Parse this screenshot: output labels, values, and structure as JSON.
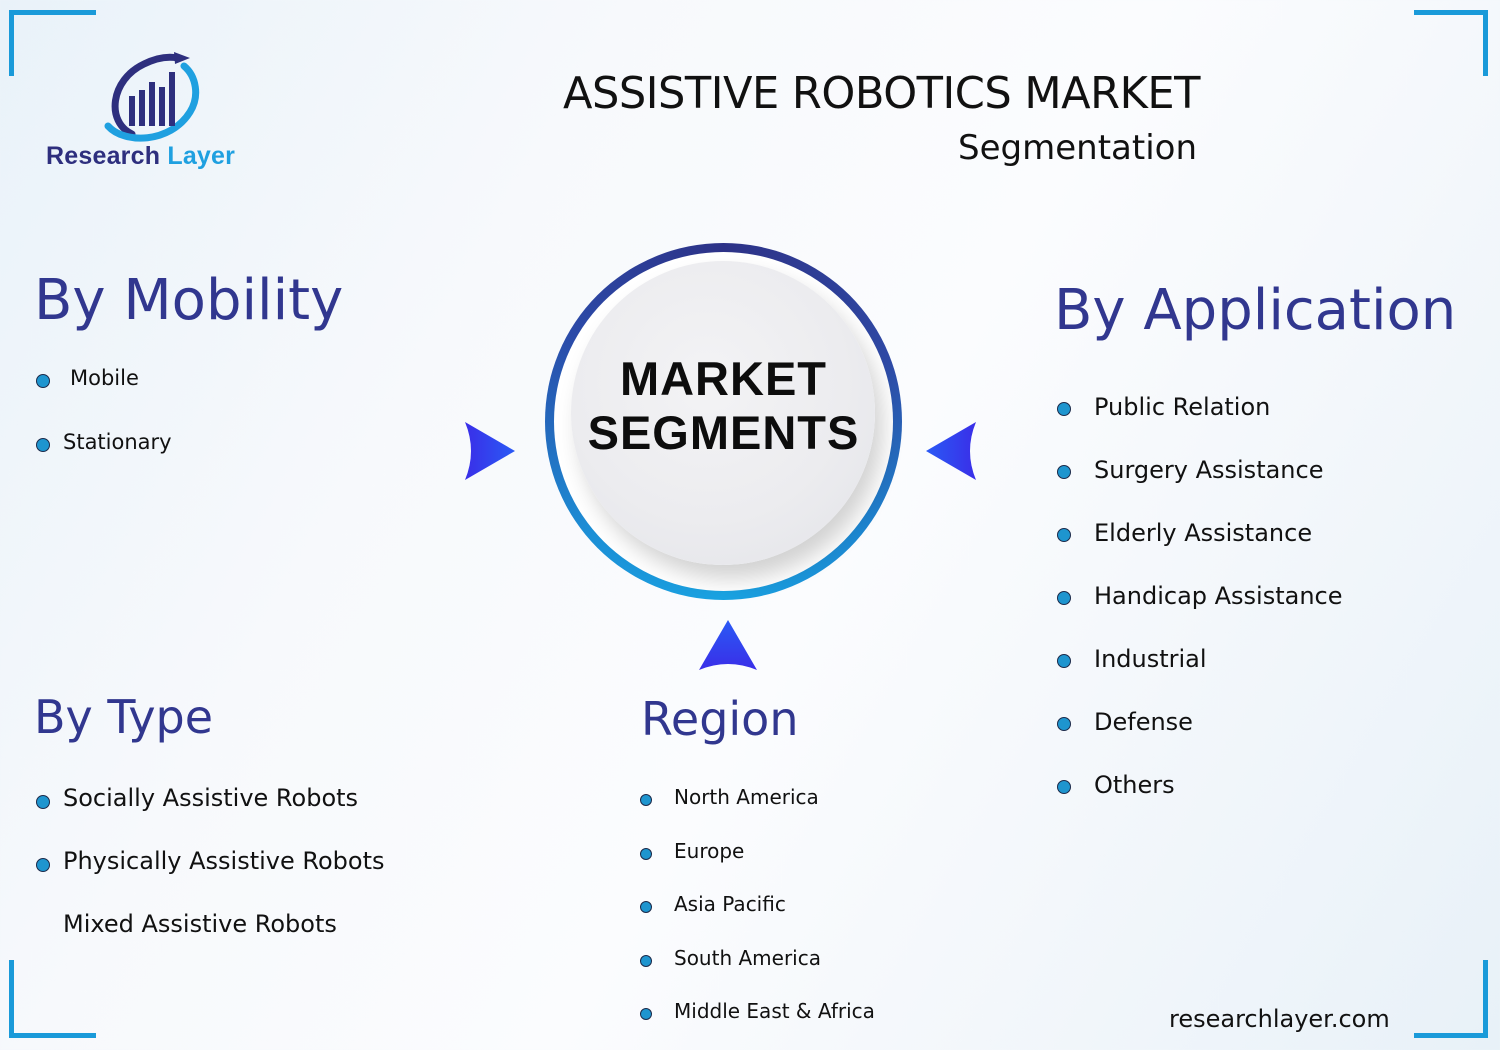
{
  "brand": {
    "logo_word1": "Research",
    "logo_word2": "Layer",
    "colors": {
      "navy": "#2e2f7e",
      "sky": "#1fa0e0",
      "heading": "#31378f",
      "bullet": "#1e95cf",
      "corner": "#1a9ad9",
      "arrow": "#3b34f0"
    }
  },
  "header": {
    "title": "ASSISTIVE ROBOTICS MARKET",
    "subtitle": "Segmentation"
  },
  "center": {
    "line1": "MARKET",
    "line2": "SEGMENTS"
  },
  "segments": {
    "mobility": {
      "heading": "By Mobility",
      "items": [
        {
          "label": "Mobile",
          "bullet": true
        },
        {
          "label": "Stationary",
          "bullet": true
        }
      ]
    },
    "application": {
      "heading": "By Application",
      "items": [
        {
          "label": "Public Relation",
          "bullet": true
        },
        {
          "label": "Surgery Assistance",
          "bullet": true
        },
        {
          "label": "Elderly Assistance",
          "bullet": true
        },
        {
          "label": "Handicap Assistance",
          "bullet": true
        },
        {
          "label": "Industrial",
          "bullet": true
        },
        {
          "label": "Defense",
          "bullet": true
        },
        {
          "label": "Others",
          "bullet": true
        }
      ]
    },
    "type": {
      "heading": "By Type",
      "items": [
        {
          "label": "Socially Assistive Robots",
          "bullet": true
        },
        {
          "label": "Physically Assistive Robots",
          "bullet": true
        },
        {
          "label": "Mixed Assistive Robots",
          "bullet": false
        }
      ]
    },
    "region": {
      "heading": "Region",
      "items": [
        {
          "label": "North America",
          "bullet": true
        },
        {
          "label": "Europe",
          "bullet": true
        },
        {
          "label": "Asia Pacific",
          "bullet": true
        },
        {
          "label": "South America",
          "bullet": true
        },
        {
          "label": "Middle East & Africa",
          "bullet": true
        }
      ]
    }
  },
  "footer": {
    "url": "researchlayer.com"
  }
}
